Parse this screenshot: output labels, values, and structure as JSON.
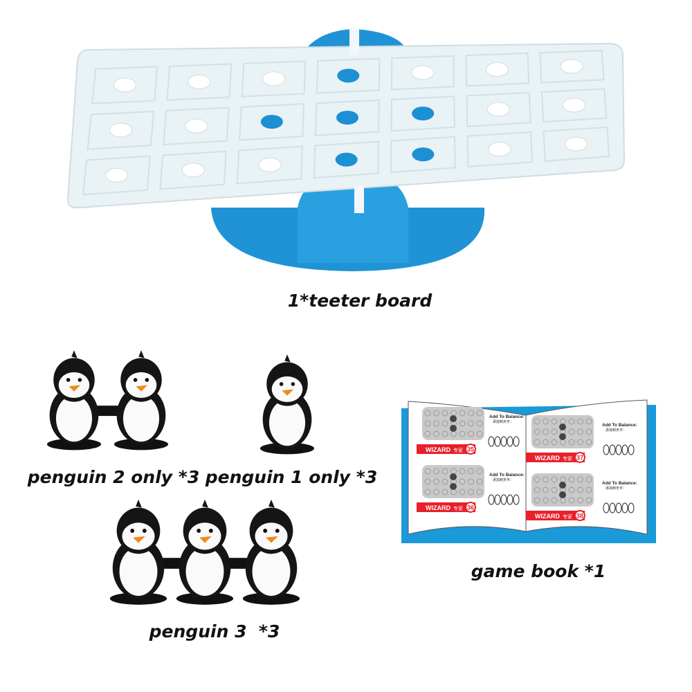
{
  "captions": {
    "teeter_board": "1*teeter board",
    "penguin_2": "penguin 2 only *3",
    "penguin_1": "penguin 1 only *3",
    "penguin_3": "penguin 3  *3",
    "game_book": "game book *1"
  },
  "board": {
    "rows": 3,
    "cols": 7,
    "blue_holes": [
      [
        3,
        0
      ],
      [
        2,
        1
      ],
      [
        3,
        1
      ],
      [
        4,
        1
      ],
      [
        3,
        2
      ],
      [
        4,
        2
      ]
    ],
    "colors": {
      "board": "#e9f2f5",
      "base": "#1f93d6",
      "hole_blue": "#1d8fd4"
    }
  },
  "book": {
    "heading": "Add To Balance:",
    "subheading": "添加到天平：",
    "level_label": "WIZARD",
    "level_label_cn": "专家",
    "puzzles": [
      "35",
      "36",
      "37",
      "38"
    ],
    "colors": {
      "banner": "#e8202a",
      "cover": "#1a9ad9"
    }
  }
}
